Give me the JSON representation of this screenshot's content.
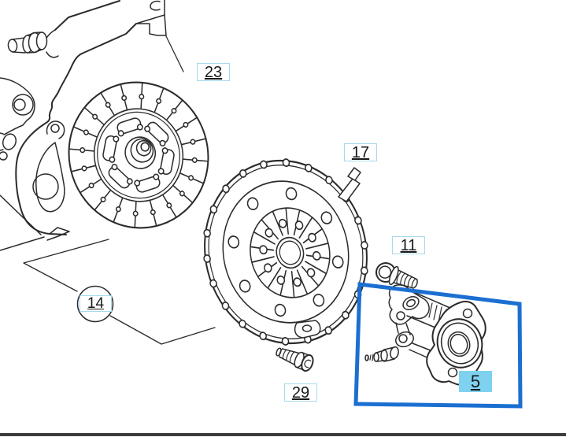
{
  "callouts": {
    "c23": {
      "label": "23"
    },
    "c17": {
      "label": "17"
    },
    "c11": {
      "label": "11"
    },
    "c14": {
      "label": "14"
    },
    "c29": {
      "label": "29"
    },
    "c5": {
      "label": "5"
    }
  },
  "colors": {
    "background": "#ffffff",
    "line_art": "#2b2b2b",
    "highlight_box": "#1b6fd1",
    "label_border": "#a5d9ec",
    "label_bg": "#ffffff",
    "selected_label_bg": "#7ed2f0",
    "label_text": "#17181a",
    "bottom_bar": "#3c3c3c"
  }
}
